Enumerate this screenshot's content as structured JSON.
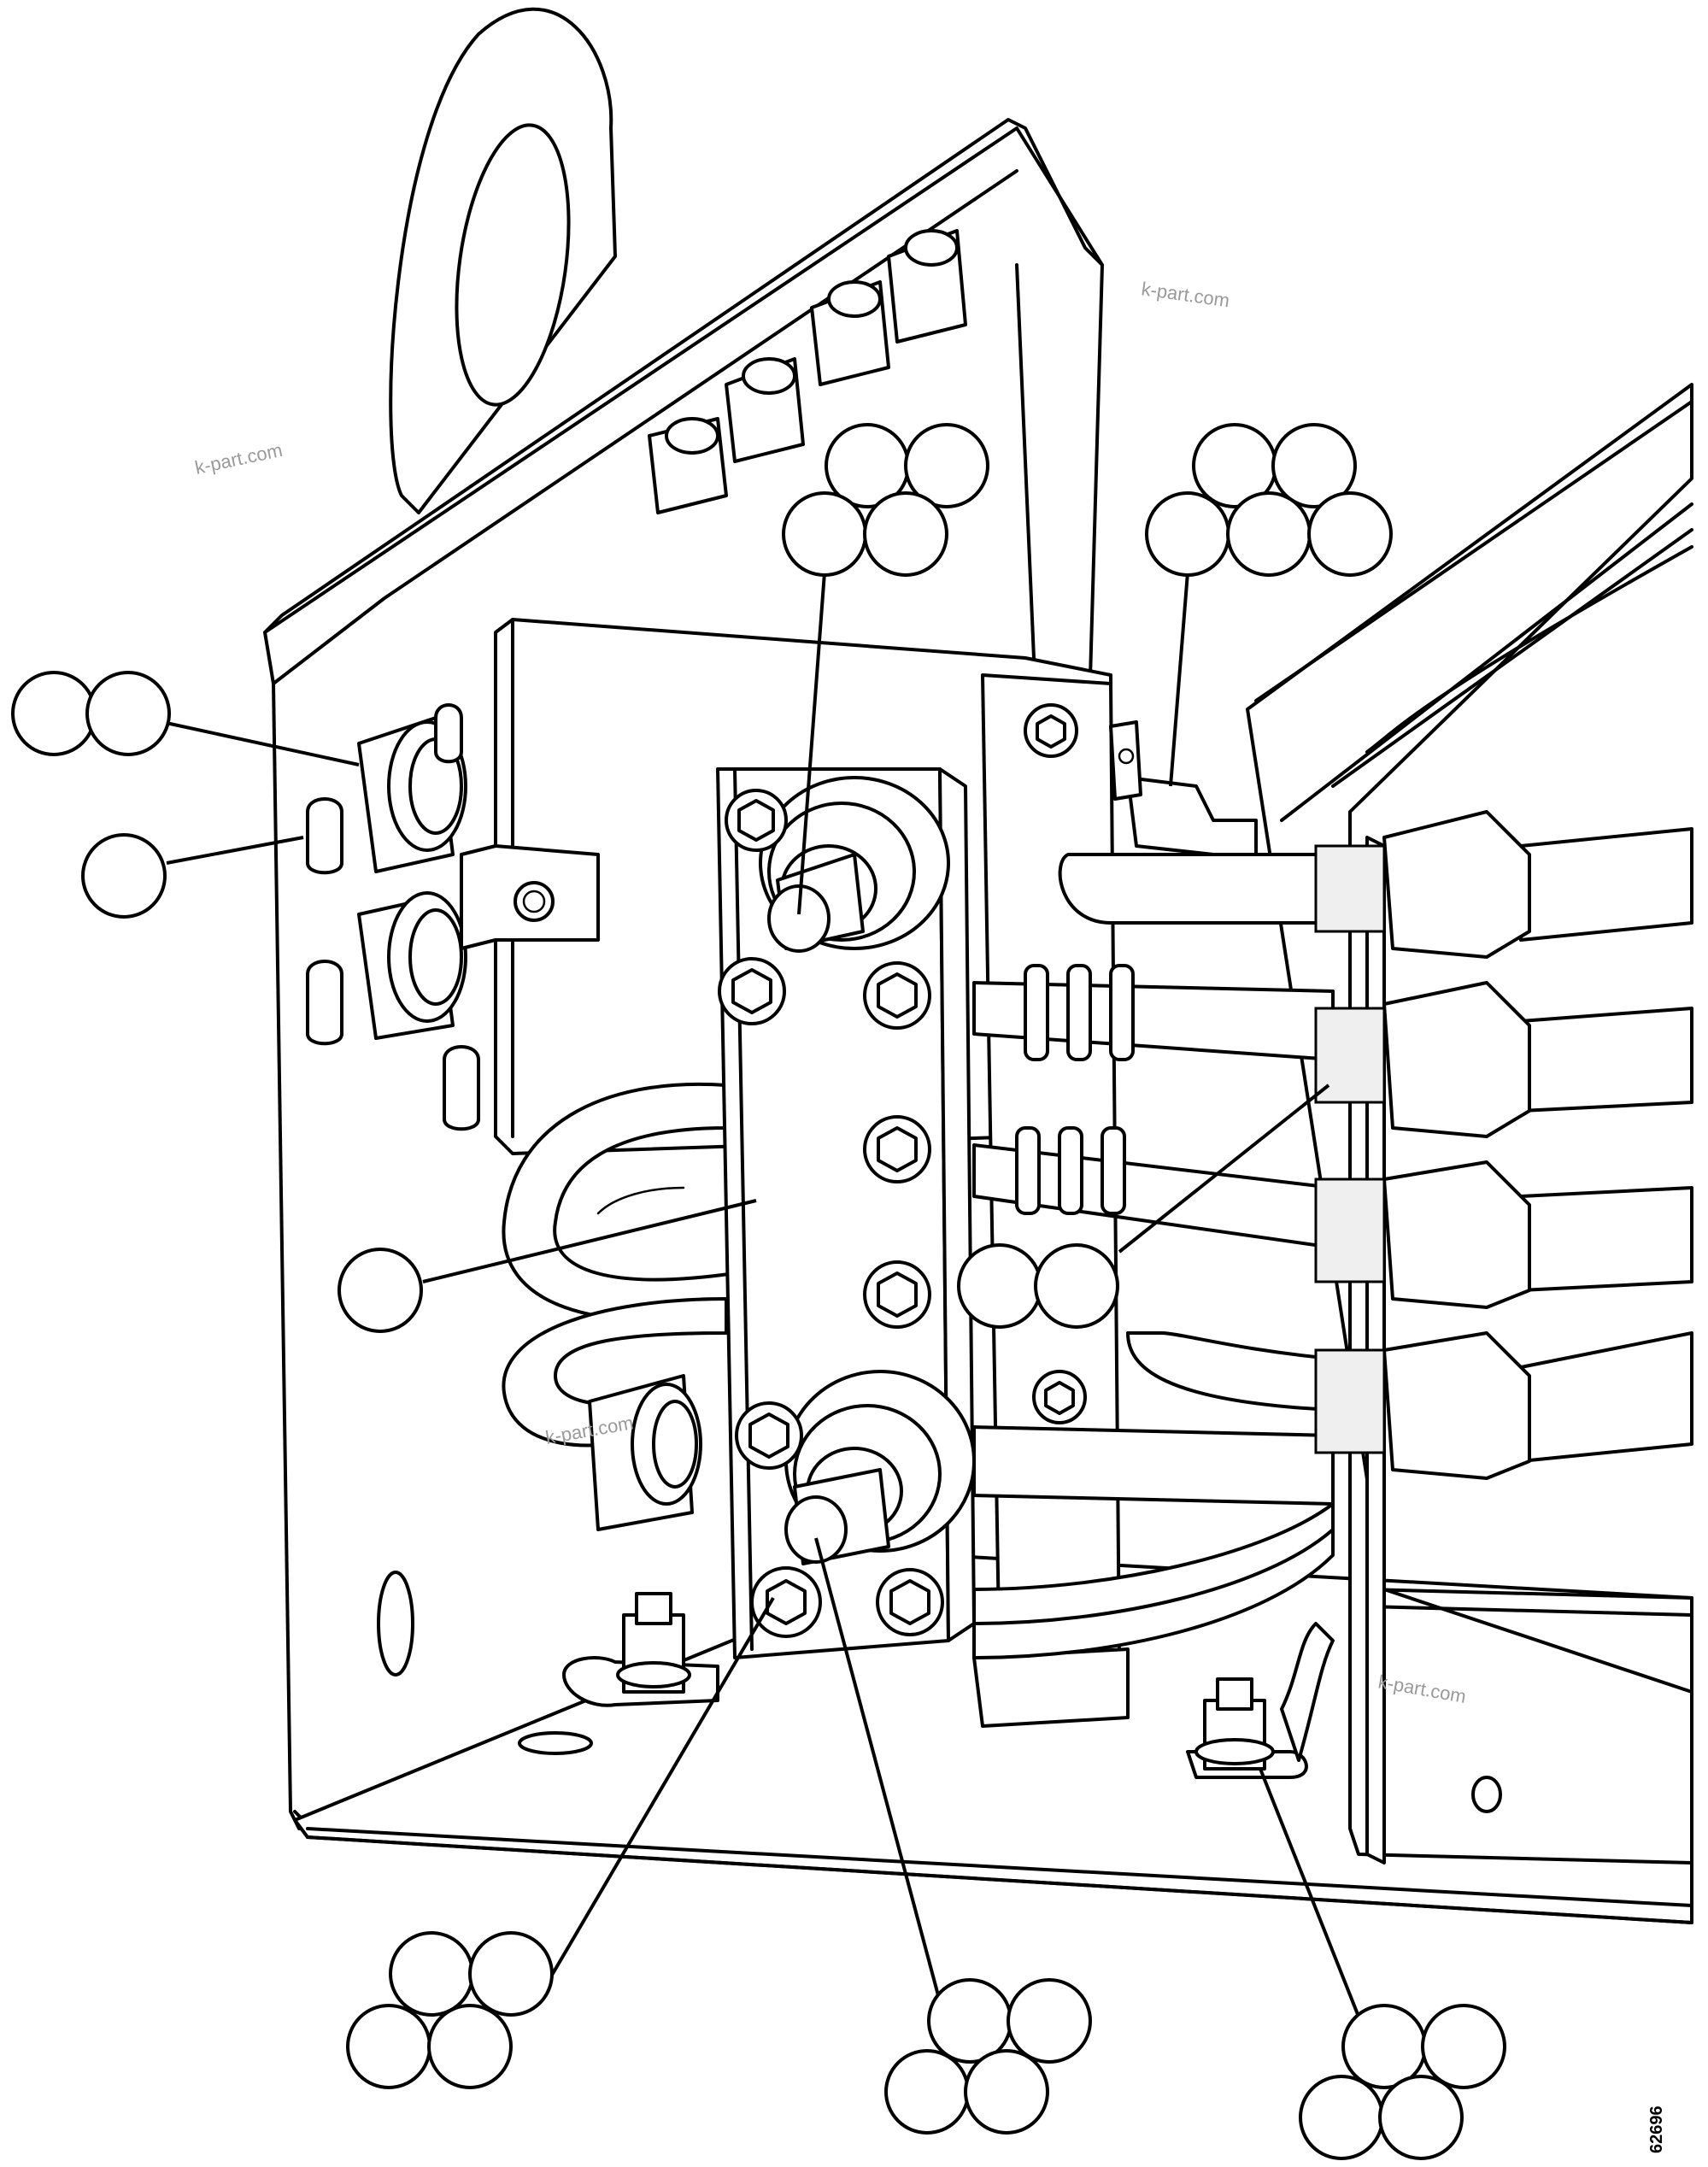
{
  "watermarks": [
    "k-part.com",
    "k-part.com",
    "k-part.com",
    "k-part.com"
  ],
  "figure_number": "62696",
  "callouts": {
    "clamp_pair": {
      "balloons": 2,
      "label": ""
    },
    "plug": {
      "balloons": 1,
      "label": ""
    },
    "terminal_block": {
      "balloons": 1,
      "label": ""
    },
    "top_stud_group": {
      "balloons": 4,
      "label": ""
    },
    "hose_fitting_group": {
      "balloons": 5,
      "label": ""
    },
    "fitting_pair": {
      "balloons": 2,
      "label": ""
    },
    "bottom_left_bolt_group": {
      "balloons": 4,
      "label": ""
    },
    "bottom_stud_group": {
      "balloons": 4,
      "label": ""
    },
    "ground_nut_group": {
      "balloons": 4,
      "label": ""
    }
  }
}
